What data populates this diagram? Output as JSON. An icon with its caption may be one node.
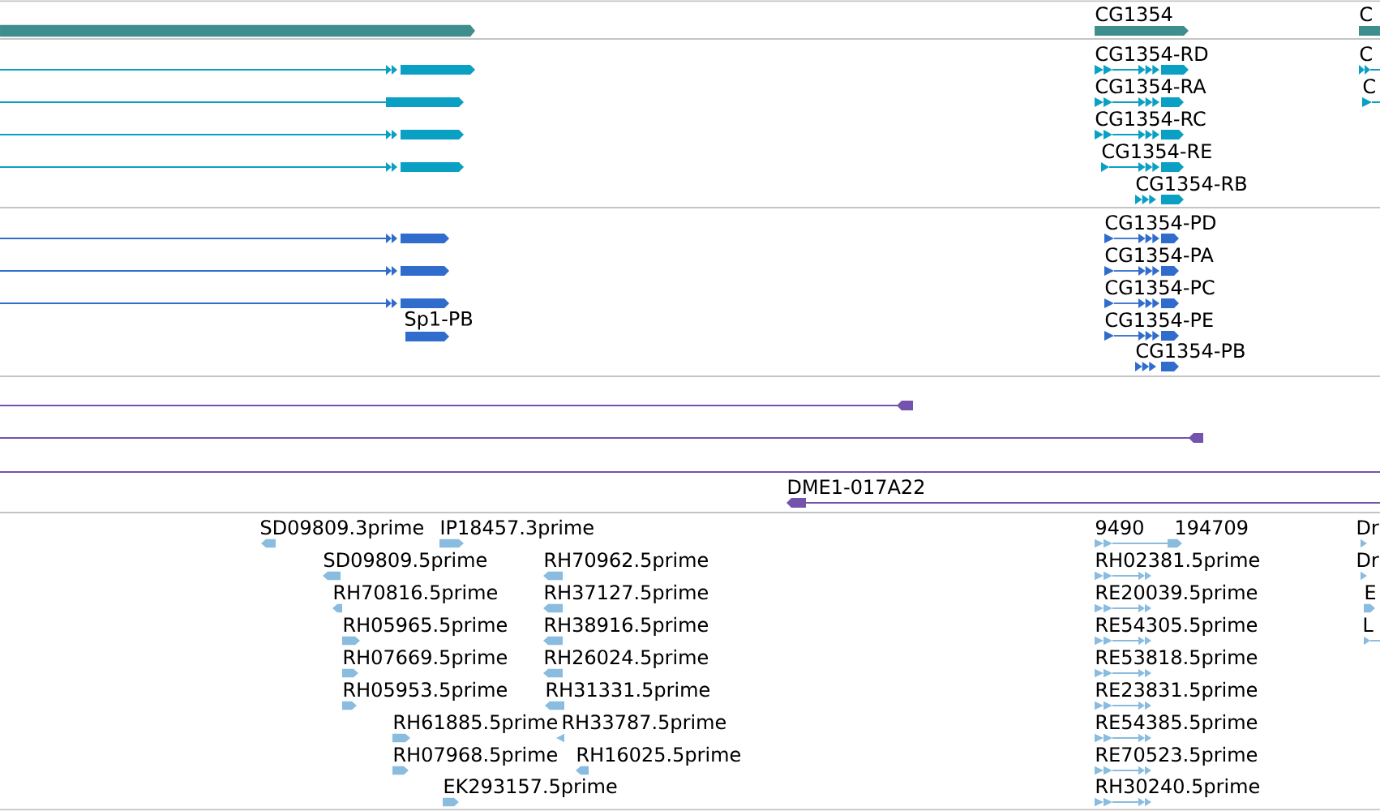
{
  "diagram": {
    "nodes": [
      {
        "text": [],
        "shape": "bar"
      },
      {
        "text": [
          "CG1354"
        ]
      },
      {
        "text": [
          "C"
        ]
      },
      {
        "text": [],
        "shape": "arrow"
      },
      {
        "text": [
          "CG1354-RD"
        ]
      },
      {
        "text": [
          "C"
        ]
      },
      {
        "text": [],
        "shape": "arrow"
      },
      {
        "text": [
          "CG1354-RA"
        ]
      },
      {
        "text": [
          "C"
        ]
      },
      {
        "text": [],
        "shape": "arrow"
      },
      {
        "text": [
          "CG1354-RC"
        ]
      },
      {
        "text": [],
        "shape": "arrow"
      },
      {
        "text": [
          "CG1354-RE"
        ]
      },
      {
        "text": [
          "CG1354-RB"
        ]
      },
      {
        "text": [],
        "shape": "arrow"
      },
      {
        "text": [
          "CG1354-PD"
        ]
      },
      {
        "text": [],
        "shape": "arrow"
      },
      {
        "text": [
          "CG1354-PA"
        ]
      },
      {
        "text": [],
        "shape": "arrow"
      },
      {
        "text": [
          "CG1354-PC"
        ]
      },
      {
        "text": [
          "Sp1-PB"
        ]
      },
      {
        "text": [
          "CG1354-PE"
        ]
      },
      {
        "text": [
          "CG1354-PB"
        ]
      },
      {
        "text": [],
        "shape": "arrow"
      },
      {
        "text": [],
        "shape": "arrow"
      },
      {
        "text": [],
        "shape": "line"
      },
      {
        "text": [
          "DME1-017A22"
        ]
      },
      {
        "text": [
          "SD09809.3prime"
        ]
      },
      {
        "text": [
          "IP18457.3prime"
        ]
      },
      {
        "text": [
          "9490",
          "194709"
        ]
      },
      {
        "text": [
          "Dr"
        ]
      },
      {
        "text": [
          "SD09809.5prime"
        ]
      },
      {
        "text": [
          "RH70962.5prime"
        ]
      },
      {
        "text": [
          "RH02381.5prime"
        ]
      },
      {
        "text": [
          "Dr"
        ]
      },
      {
        "text": [
          "RH70816.5prime"
        ]
      },
      {
        "text": [
          "RH37127.5prime"
        ]
      },
      {
        "text": [
          "RE20039.5prime"
        ]
      },
      {
        "text": [
          "E"
        ]
      },
      {
        "text": [
          "RH05965.5prime"
        ]
      },
      {
        "text": [
          "RH38916.5prime"
        ]
      },
      {
        "text": [
          "RE54305.5prime"
        ]
      },
      {
        "text": [
          "L"
        ]
      },
      {
        "text": [
          "RH07669.5prime"
        ]
      },
      {
        "text": [
          "RH26024.5prime"
        ]
      },
      {
        "text": [
          "RE53818.5prime"
        ]
      },
      {
        "text": [
          "RH05953.5prime"
        ]
      },
      {
        "text": [
          "RH31331.5prime"
        ]
      },
      {
        "text": [
          "RE23831.5prime"
        ]
      },
      {
        "text": [
          "RH61885.5prime"
        ]
      },
      {
        "text": [
          "RH33787.5prime"
        ]
      },
      {
        "text": [
          "RE54385.5prime"
        ]
      },
      {
        "text": [
          "RH07968.5prime"
        ]
      },
      {
        "text": [
          "RH16025.5prime"
        ]
      },
      {
        "text": [
          "RE70523.5prime"
        ]
      },
      {
        "text": [
          "EK293157.5prime"
        ]
      },
      {
        "text": [
          "RH30240.5prime"
        ]
      }
    ]
  }
}
